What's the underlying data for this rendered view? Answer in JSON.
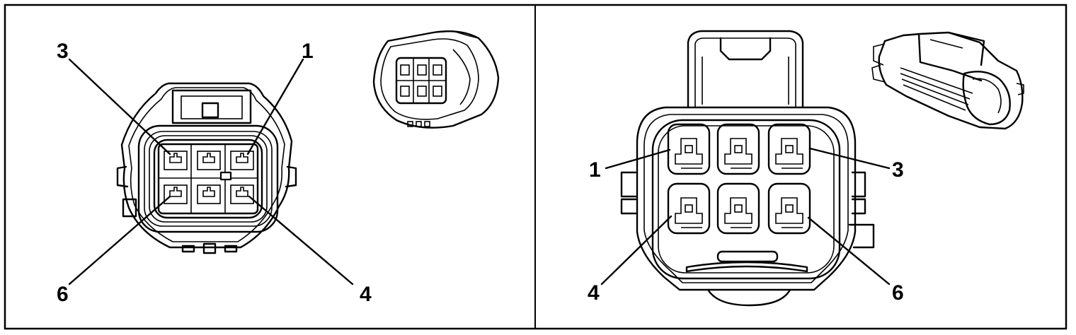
{
  "left_view": {
    "pin_labels": {
      "top_left": "3",
      "top_right": "1",
      "bottom_left": "6",
      "bottom_right": "4"
    }
  },
  "right_view": {
    "pin_labels": {
      "top_left": "1",
      "top_right": "3",
      "bottom_left": "4",
      "bottom_right": "6"
    }
  }
}
